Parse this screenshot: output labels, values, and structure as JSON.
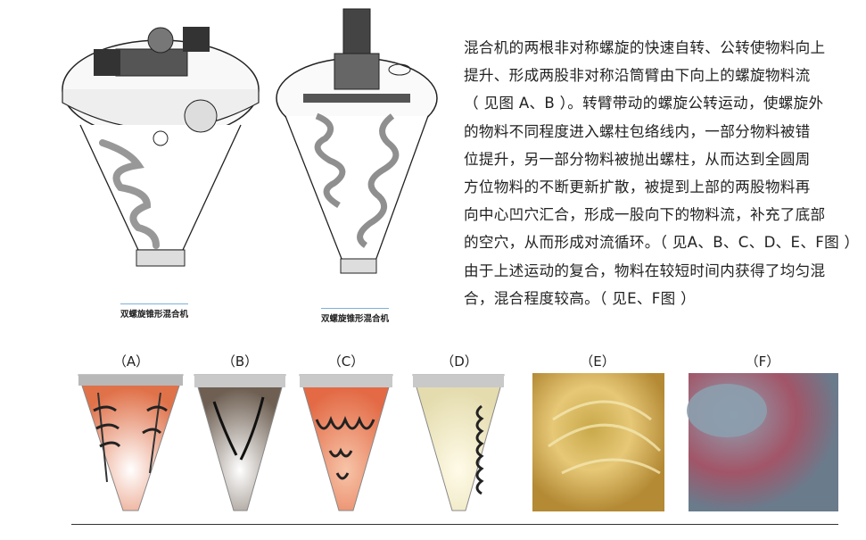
{
  "paragraph": {
    "lines": [
      "混合机的两根非对称螺旋的快速自转、公转使物料向上",
      "提升、形成两股非对称沿筒臂由下向上的螺旋物料流",
      "（ 见图 A、B ）。转臂带动的螺旋公转运动，使螺旋外",
      "的物料不同程度进入螺柱包络线内，一部分物料被错",
      "位提升，另一部分物料被抛出螺柱，从而达到全圆周",
      "方位物料的不断更新扩散，被提到上部的两股物料再",
      "向中心凹穴汇合，形成一股向下的物料流，补充了底部",
      "的空穴，从而形成对流循环。（ 见A、B、C、D、E、F图 ）",
      "由于上述运动的复合，物料在较短时间内获得了均匀混",
      "合，混合程度较高。（ 见E、F图 ）"
    ]
  },
  "machines": [
    {
      "caption": "双螺旋锥形混合机"
    },
    {
      "caption": "双螺旋锥形混合机"
    }
  ],
  "panels": [
    {
      "label": "（A）",
      "fill": "#e0724a"
    },
    {
      "label": "（B）",
      "fill": "#6e5f52"
    },
    {
      "label": "（C）",
      "fill": "#e36a45"
    },
    {
      "label": "（D）",
      "fill": "#ece6c2"
    },
    {
      "label": "（E）"
    },
    {
      "label": "（F）"
    }
  ]
}
